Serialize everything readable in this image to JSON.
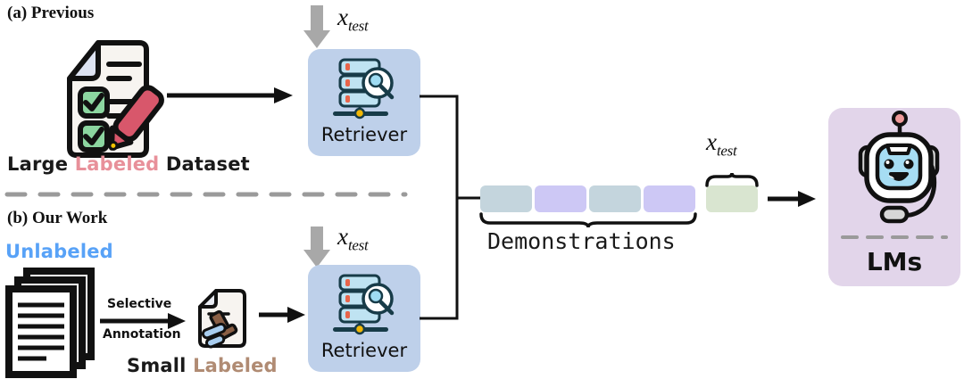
{
  "figure": {
    "panels": [
      {
        "id": "a",
        "caption": "(a) Previous"
      },
      {
        "id": "b",
        "caption": "(b) Our Work"
      }
    ]
  },
  "panel_a": {
    "caption": "(a) Previous",
    "dataset_label": {
      "prefix": "Large ",
      "highlight": "Labeled",
      "suffix": " Dataset",
      "highlight_color": "#e8909a"
    },
    "icon": "checklist-document-icon",
    "input_label": {
      "base": "x",
      "sub": "test"
    },
    "retriever": {
      "label": "Retriever",
      "icon": "database-search-icon",
      "box_color": "#bed0ea"
    }
  },
  "panel_b": {
    "caption": "(b) Our Work",
    "unlabeled_label": {
      "text": "Unlabeled",
      "color": "#58a2f7"
    },
    "stack_icon": "document-stack-icon",
    "arrow_label": {
      "line1": "Selective",
      "line2": "Annotation"
    },
    "annotated_icon": "stamped-document-icon",
    "small_label": {
      "prefix": "Small ",
      "highlight": "Labeled",
      "highlight_color": "#b08b73"
    },
    "input_label": {
      "base": "x",
      "sub": "test"
    },
    "retriever": {
      "label": "Retriever",
      "icon": "database-search-icon",
      "box_color": "#bed0ea"
    }
  },
  "prompt": {
    "demonstrations_label": "Demonstrations",
    "test_label": {
      "base": "x",
      "sub": "test"
    },
    "blocks": [
      {
        "index": 0,
        "kind": "demo",
        "color": "#c4d5dd"
      },
      {
        "index": 1,
        "kind": "demo",
        "color": "#cdc8f5"
      },
      {
        "index": 2,
        "kind": "demo",
        "color": "#c4d5dd"
      },
      {
        "index": 3,
        "kind": "demo",
        "color": "#cdc8f5"
      },
      {
        "index": 4,
        "kind": "test",
        "color": "#d9e5d0"
      }
    ]
  },
  "model": {
    "label": "LMs",
    "icon": "robot-headset-icon",
    "box_color": "#e2d5ea",
    "face_color": "#a6ddf3",
    "antenna_color": "#ef9a9a"
  },
  "colors": {
    "divider": "#9a9a9a",
    "stroke": "#1a1a1a",
    "retriever_box": "#bed0ea",
    "lm_box": "#e2d5ea"
  }
}
